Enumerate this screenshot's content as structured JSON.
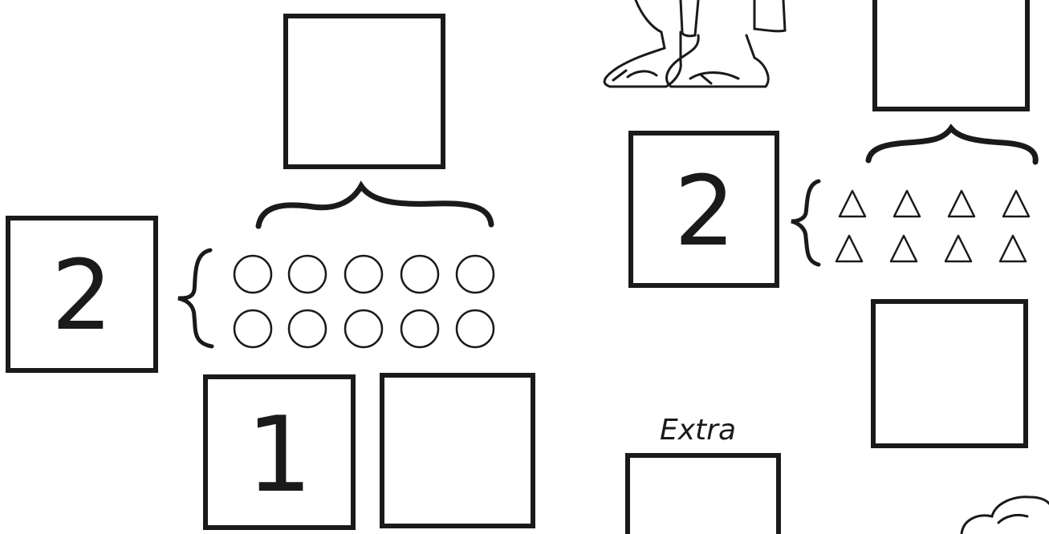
{
  "worksheet": {
    "left_problem": {
      "given_number": "2",
      "tens_digit": "1",
      "answer_box_top": "",
      "answer_box_ones": "",
      "circles_per_row": 5,
      "circle_rows": 2
    },
    "right_problem": {
      "given_number": "2",
      "answer_box_top": "",
      "answer_box_middle": "",
      "triangles_per_row": 4,
      "triangle_rows": 2
    },
    "extra": {
      "label": "Extra",
      "answer_box": ""
    },
    "ink_color": "#1a1a1a",
    "paper_color": "#ffffff"
  }
}
